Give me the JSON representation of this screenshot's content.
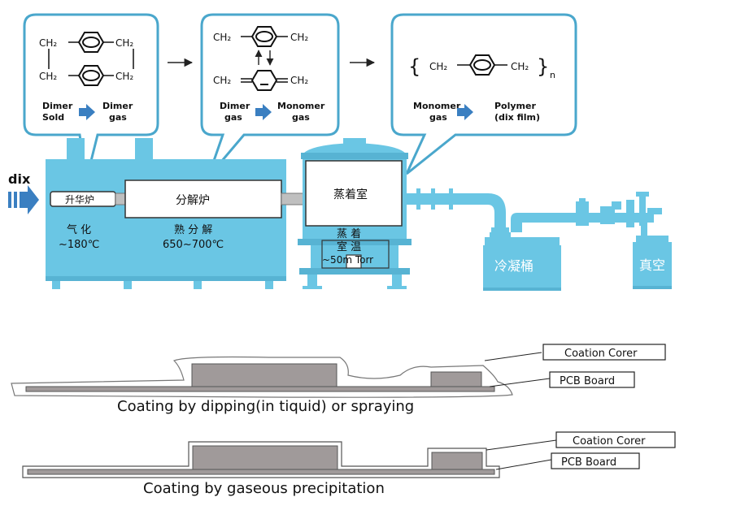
{
  "bubbles": {
    "dimer": {
      "formula": {
        "top_left": "CH₂",
        "top_right": "CH₂",
        "bottom_left": "CH₂",
        "bottom_right": "CH₂"
      },
      "from_label_line1": "Dimer",
      "from_label_line2": "Sold",
      "to_label_line1": "Dimer",
      "to_label_line2": "gas"
    },
    "monomer": {
      "formula": {
        "top_left": "CH₂",
        "top_right": "CH₂",
        "bottom_left": "CH₂",
        "bottom_right": "CH₂"
      },
      "from_label_line1": "Dimer",
      "from_label_line2": "gas",
      "to_label_line1": "Monomer",
      "to_label_line2": "gas"
    },
    "polymer": {
      "formula": {
        "left": "CH₂",
        "right": "CH₂",
        "subscript": "n"
      },
      "from_label_line1": "Monomer",
      "from_label_line2": "gas",
      "to_label_line1": "Polymer",
      "to_label_line2": "(dix film)"
    }
  },
  "machine": {
    "inlet_label": "dix",
    "sublimation_furnace": "升华炉",
    "pyrolysis_furnace": "分解炉",
    "vaporize_label": "气  化",
    "vaporize_temp": "~180℃",
    "pyrolysis_label": "熟 分 解",
    "pyrolysis_temp": "650~700℃",
    "deposition_chamber": "蒸着室",
    "deposition_label": "蒸  着",
    "room_temp_label": "室  温",
    "pressure": "~50m Torr",
    "cold_trap": "冷凝桶",
    "vacuum": "真空"
  },
  "coating_top": {
    "coating_label": "Coation Corer",
    "board_label": "PCB Board",
    "caption": "Coating by dipping(in tiquid) or spraying"
  },
  "coating_bottom": {
    "coating_label": "Coation Corer",
    "board_label": "PCB Board",
    "caption": "Coating by gaseous precipitation"
  },
  "colors": {
    "machine_blue": "#6ac6e4",
    "arrow_blue": "#3a7fc1",
    "bubble_border": "#4aa7cc",
    "board_gray": "#a09a9a"
  }
}
